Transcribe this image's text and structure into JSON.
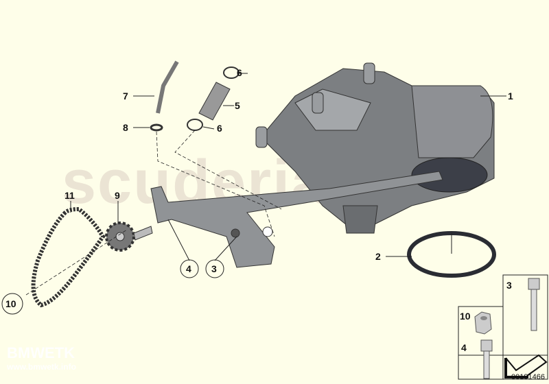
{
  "diagram": {
    "callouts": {
      "c1": "1",
      "c2": "2",
      "c3": "3",
      "c4": "4",
      "c5": "5",
      "c6a": "6",
      "c6b": "6",
      "c7": "7",
      "c8": "8",
      "c9": "9",
      "c10": "10",
      "c11": "11"
    },
    "inset": {
      "bolt3": "3",
      "nut10": "10",
      "bolt4": "4"
    },
    "drawing_number": "00191466",
    "watermark": {
      "main": "scuderia",
      "logo": "BMWETK",
      "url": "www.bmwetk.info"
    }
  }
}
